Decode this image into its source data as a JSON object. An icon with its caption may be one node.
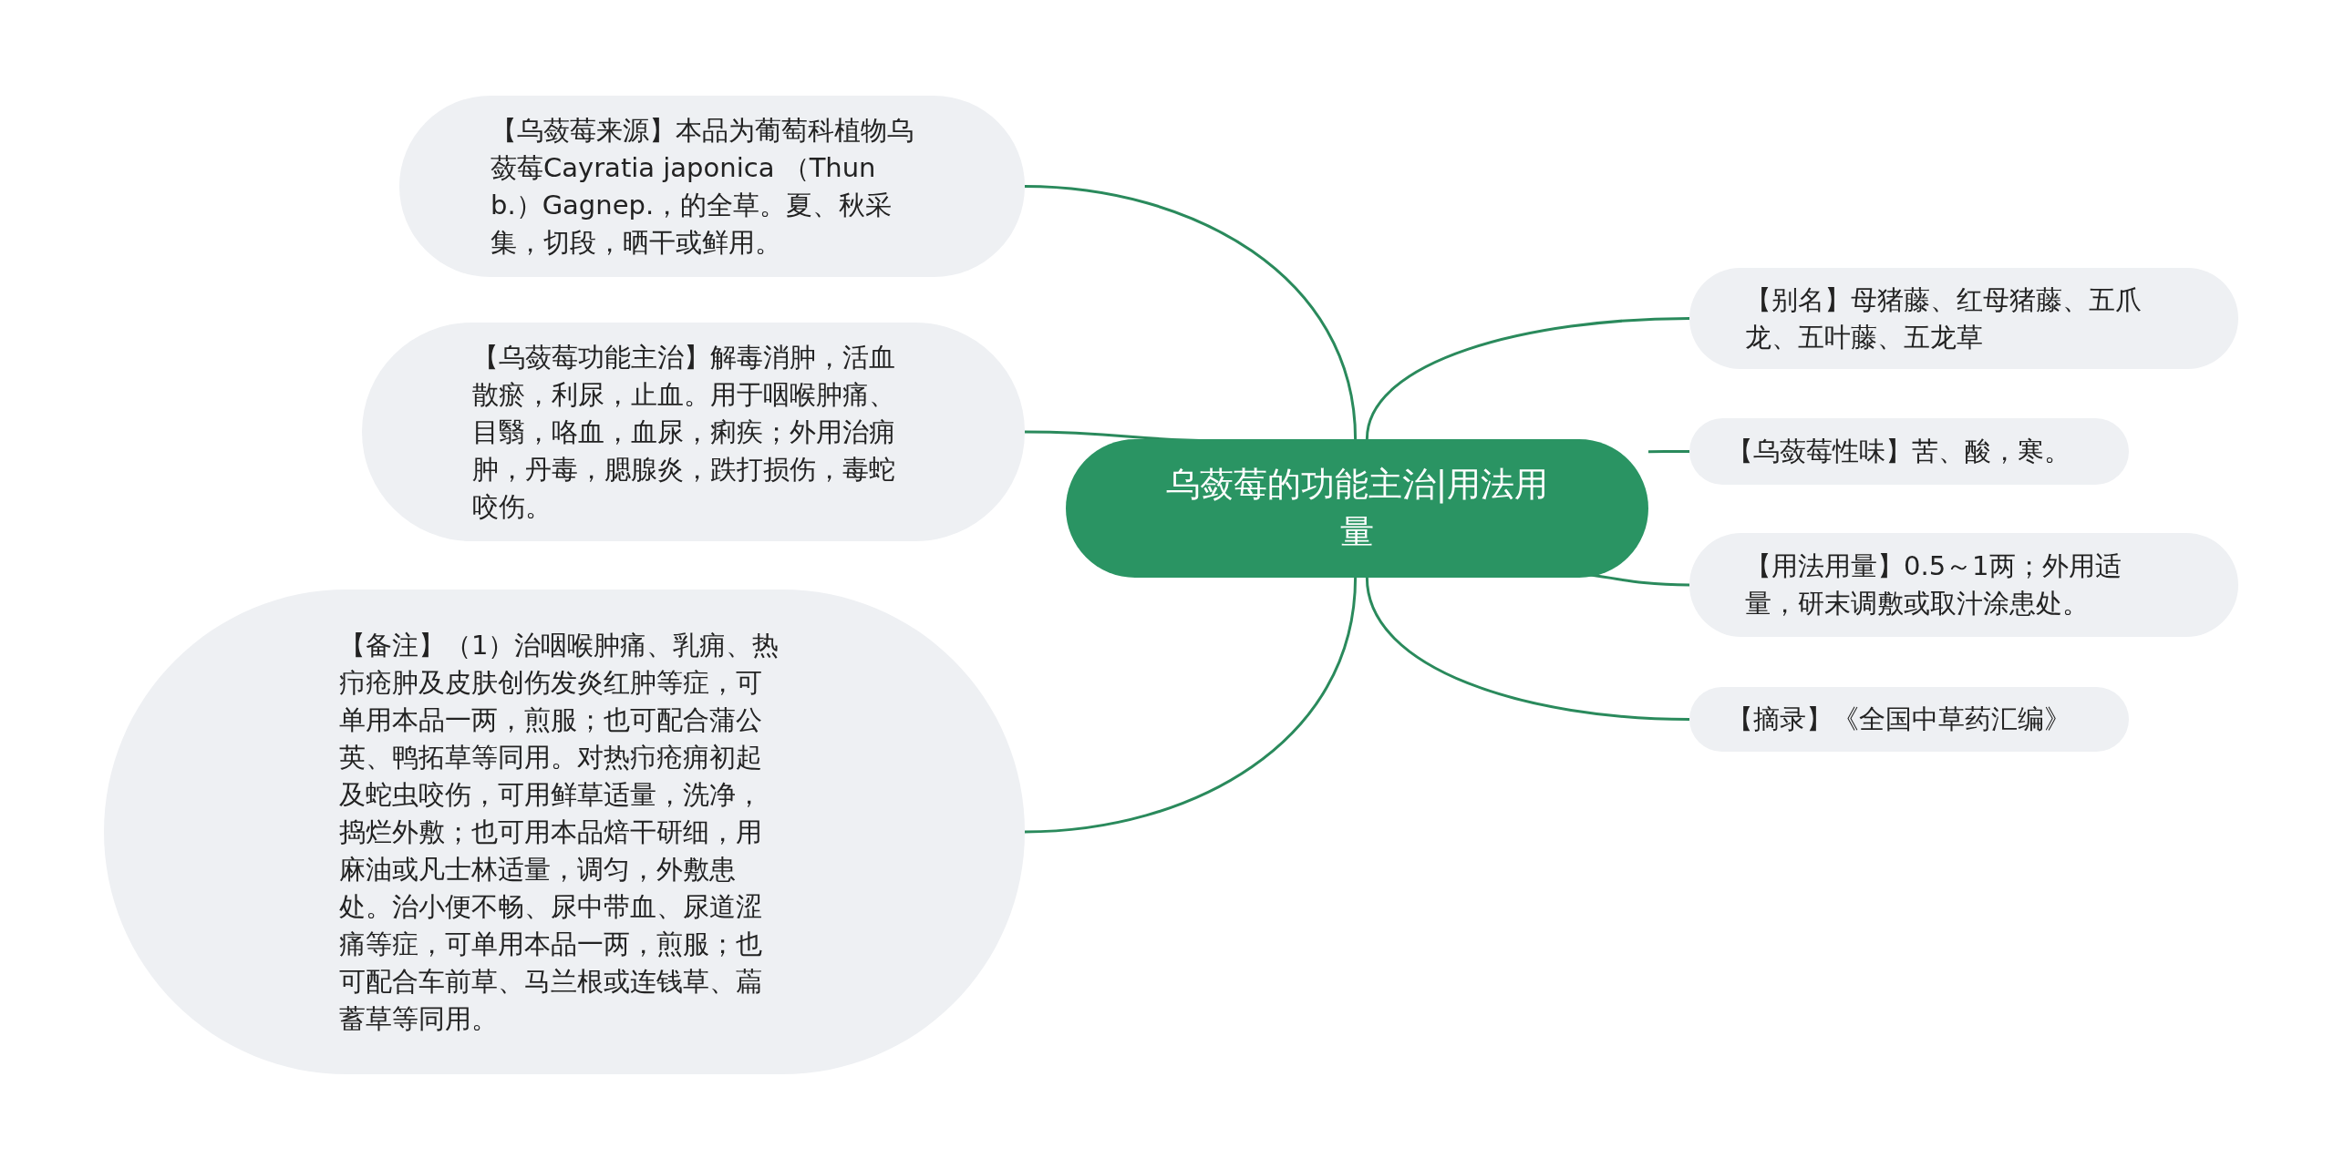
{
  "diagram": {
    "nodes": [
      {
        "text": [
          "乌蔹莓的功能主治|用法用量"
        ]
      },
      {
        "text": [
          "【乌蔹莓来源】本品为葡萄科植物乌蔹莓Cayratia japonica （Thunb.）Gagnep.，的全草。夏、秋采集，切段，晒干或鲜用。"
        ]
      },
      {
        "text": [
          "【乌蔹莓功能主治】解毒消肿，活血散瘀，利尿，止血。用于咽喉肿痛、目翳，咯血，血尿，痢疾；外用治痈肿，丹毒，腮腺炎，跌打损伤，毒蛇咬伤。"
        ]
      },
      {
        "text": [
          "【备注】（1）治咽喉肿痛、乳痈、热疖疮肿及皮肤创伤发炎红肿等症，可单用本品一两，煎服；也可配合蒲公英、鸭拓草等同用。对热疖疮痈初起及蛇虫咬伤，可用鲜草适量，洗净，捣烂外敷；也可用本品焙干研细，用麻油或凡士林适量，调匀，外敷患处。治小便不畅、尿中带血、尿道涩痛等症，可单用本品一两，煎服；也可配合车前草、马兰根或连钱草、萹蓄草等同用。"
        ]
      },
      {
        "text": [
          "【别名】母猪藤、红母猪藤、五爪龙、五叶藤、五龙草"
        ]
      },
      {
        "text": [
          "【乌蔹莓性味】苦、酸，寒。"
        ]
      },
      {
        "text": [
          "【用法用量】0.5～1两；外用适量，研末调敷或取汁涂患处。"
        ]
      },
      {
        "text": [
          "【摘录】《全国中草药汇编》"
        ]
      }
    ],
    "edges": [
      {
        "from": 0,
        "to": 1,
        "arrow": "none"
      },
      {
        "from": 0,
        "to": 2,
        "arrow": "none"
      },
      {
        "from": 0,
        "to": 3,
        "arrow": "none"
      },
      {
        "from": 0,
        "to": 4,
        "arrow": "none"
      },
      {
        "from": 0,
        "to": 5,
        "arrow": "none"
      },
      {
        "from": 0,
        "to": 6,
        "arrow": "none"
      },
      {
        "from": 0,
        "to": 7,
        "arrow": "none"
      }
    ]
  }
}
